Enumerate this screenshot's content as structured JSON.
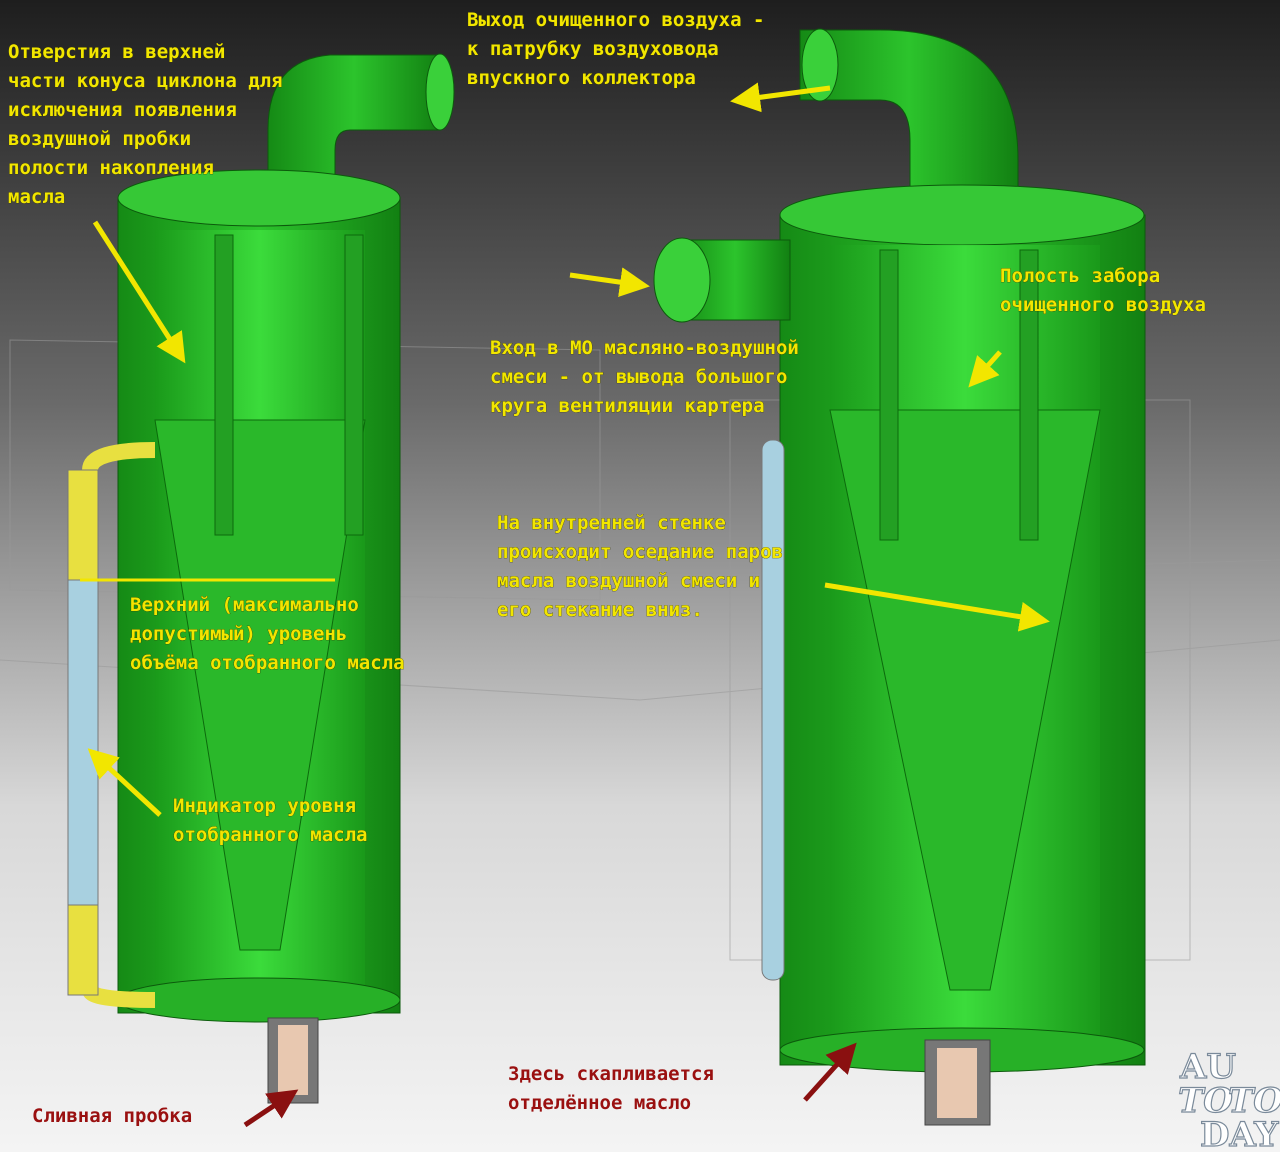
{
  "labels": {
    "holes": [
      "Отверстия в верхней",
      "части конуса циклона для",
      "исключения появления",
      "воздушной пробки",
      "полости накопления",
      "масла"
    ],
    "outlet": [
      "Выход очищенного воздуха -",
      "к патрубку воздуховода",
      "впускного коллектора"
    ],
    "clean_cavity": [
      "Полость забора",
      "очищенного воздуха"
    ],
    "inlet": [
      "Вход в МО масляно-воздушной",
      "смеси - от вывода большого",
      "круга вентиляции картера"
    ],
    "inner_wall": [
      "На внутренней стенке",
      "происходит оседание паров",
      "масла воздушной смеси и",
      "его стекание вниз."
    ],
    "max_level": [
      "Верхний (максимально",
      "допустимый) уровень",
      "объёма отобранного масла"
    ],
    "level_indicator": [
      "Индикатор уровня",
      "отобранного масла"
    ],
    "drain_plug": "Сливная пробка",
    "oil_collects": [
      "Здесь скапливается",
      "отделённое масло"
    ]
  },
  "watermark": [
    "AU",
    "TO",
    "TO",
    "DAY"
  ],
  "colors": {
    "body": "#1fa81f",
    "label": "#f2e600",
    "arrow_red": "#8a1010",
    "indicator": "#a8d0e0",
    "yellow_tube": "#e8e040"
  }
}
